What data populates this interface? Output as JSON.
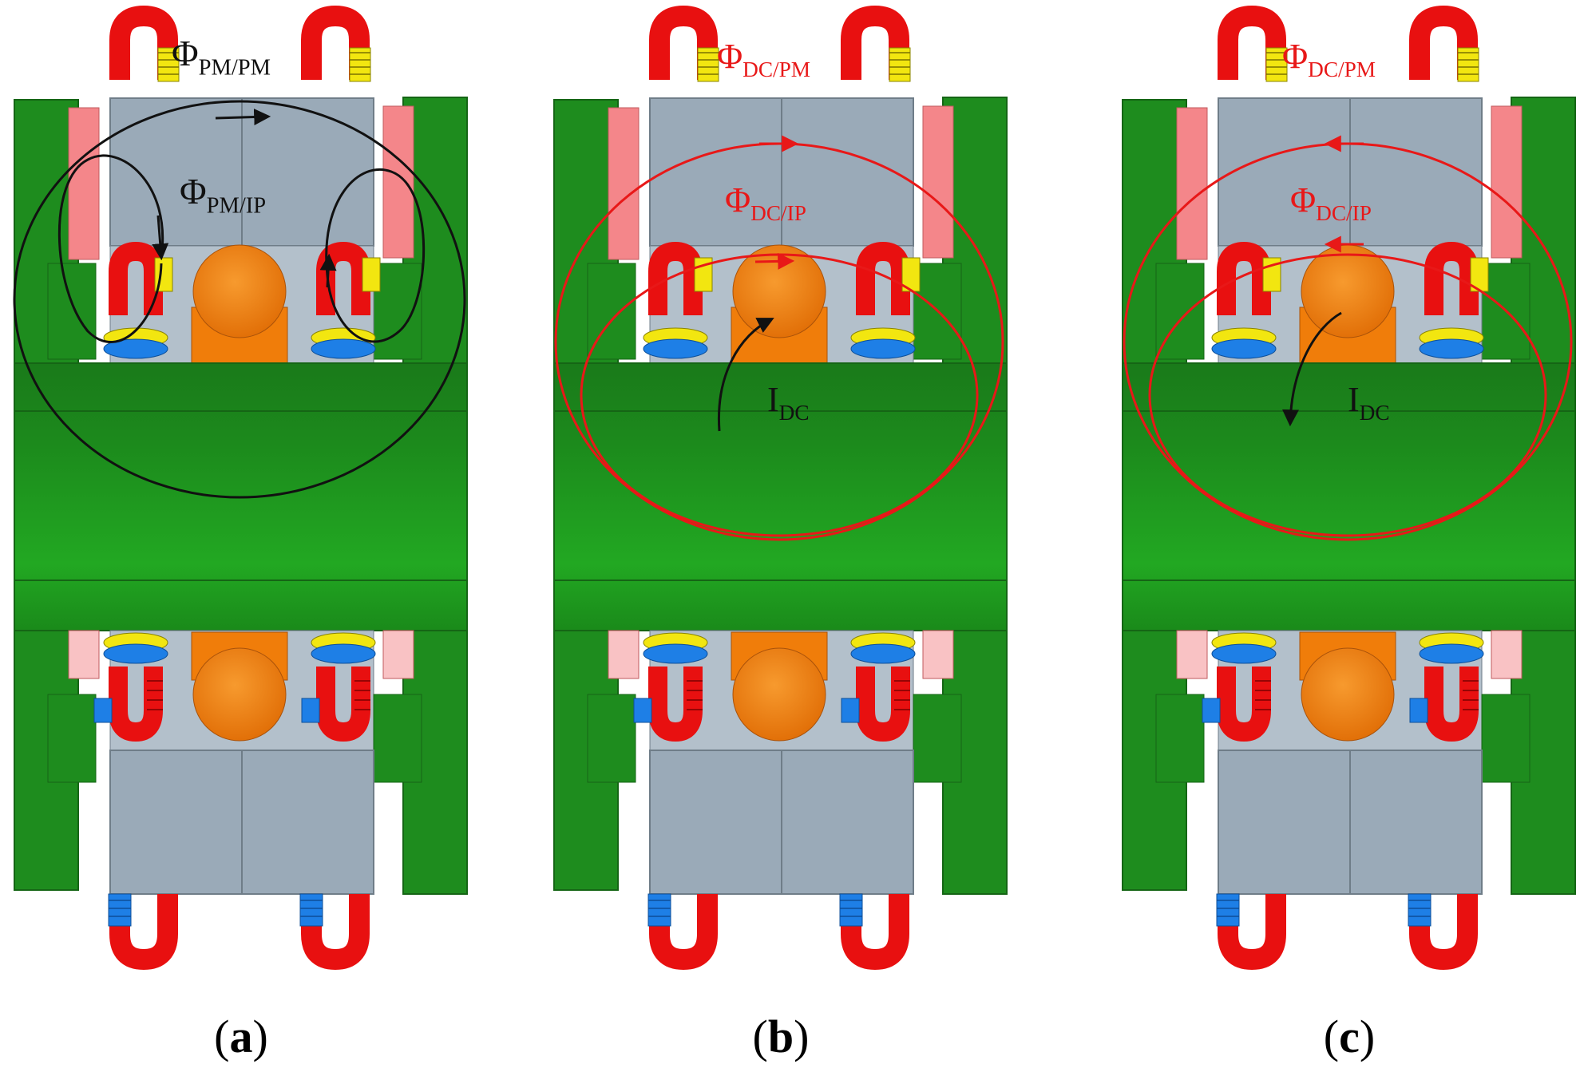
{
  "colors": {
    "green": "#1e8c1e",
    "green_light": "#24a824",
    "green_dark": "#156515",
    "steel": "#9aaab8",
    "steel_light": "#b3c0cb",
    "pink": "#f4868a",
    "pink_light": "#f9c2c4",
    "coil_red": "#e81010",
    "coil_yellow": "#f2e610",
    "coil_blue": "#1e7fe6",
    "shaft_orange": "#f07d0a",
    "flux_black": "#111111",
    "flux_red": "#e81818"
  },
  "panels": [
    {
      "caption": {
        "open": "(",
        "letter": "a",
        "close": ")"
      },
      "flux_color": "black",
      "labels": {
        "outer": {
          "main": "Φ",
          "sub": "PM/PM"
        },
        "inner": {
          "main": "Φ",
          "sub": "PM/IP"
        }
      }
    },
    {
      "caption": {
        "open": "(",
        "letter": "b",
        "close": ")"
      },
      "flux_color": "red",
      "labels": {
        "outer": {
          "main": "Φ",
          "sub": "DC/PM"
        },
        "inner": {
          "main": "Φ",
          "sub": "DC/IP"
        },
        "current": {
          "main": "I",
          "sub": "DC"
        }
      }
    },
    {
      "caption": {
        "open": "(",
        "letter": "c",
        "close": ")"
      },
      "flux_color": "red",
      "labels": {
        "outer": {
          "main": "Φ",
          "sub": "DC/PM"
        },
        "inner": {
          "main": "Φ",
          "sub": "DC/IP"
        },
        "current": {
          "main": "I",
          "sub": "DC"
        }
      }
    }
  ]
}
